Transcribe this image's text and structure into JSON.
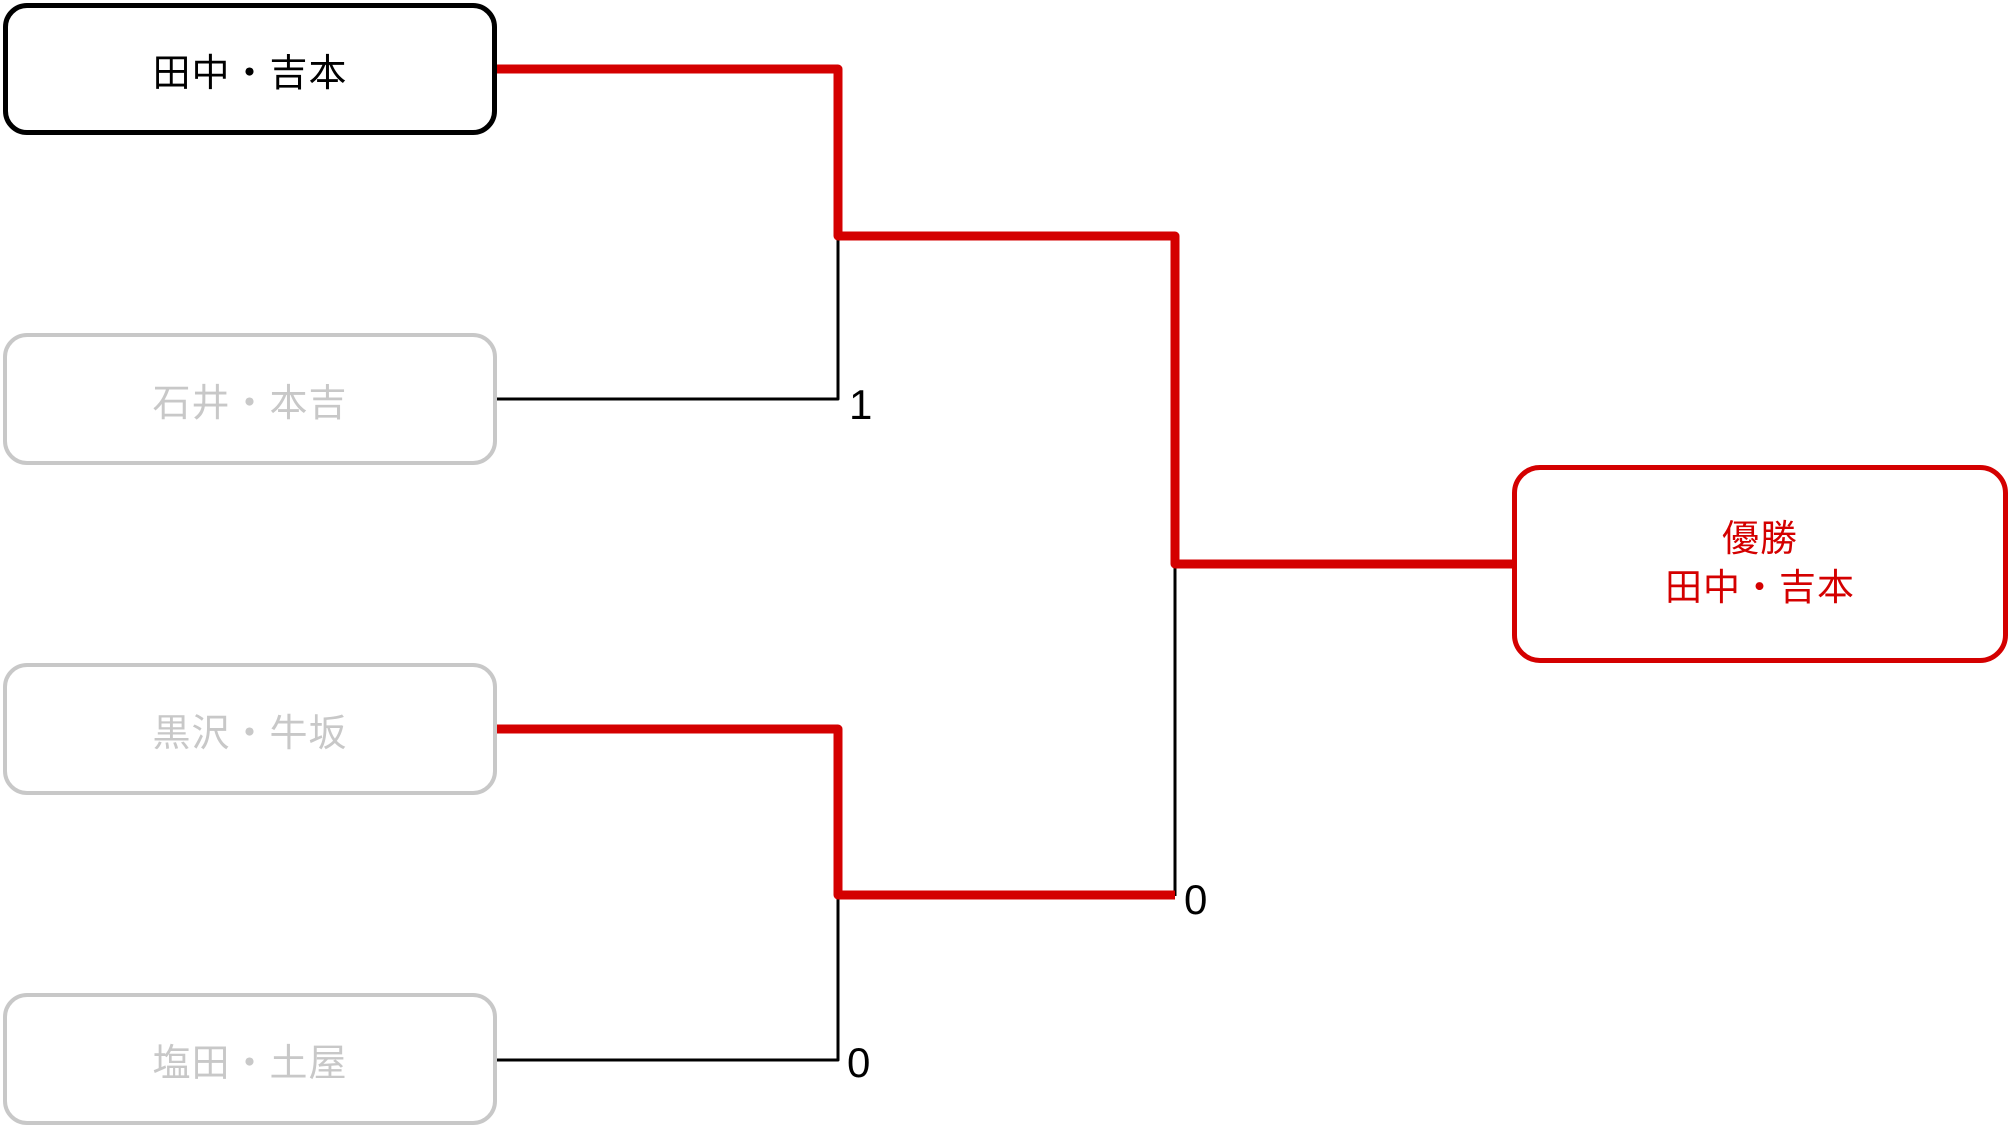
{
  "colors": {
    "winner_path": "#d40000",
    "default_line": "#000000",
    "eliminated_gray": "#c8c8c8",
    "active_black": "#000000",
    "background": "#ffffff"
  },
  "teams": [
    {
      "label": "田中・吉本",
      "status": "advanced"
    },
    {
      "label": "石井・本吉",
      "status": "eliminated"
    },
    {
      "label": "黒沢・牛坂",
      "status": "eliminated"
    },
    {
      "label": "塩田・土屋",
      "status": "eliminated"
    }
  ],
  "scores": {
    "round1_top": "1",
    "round1_bottom": "0",
    "final": "0"
  },
  "champion": {
    "title": "優勝",
    "name": "田中・吉本"
  }
}
